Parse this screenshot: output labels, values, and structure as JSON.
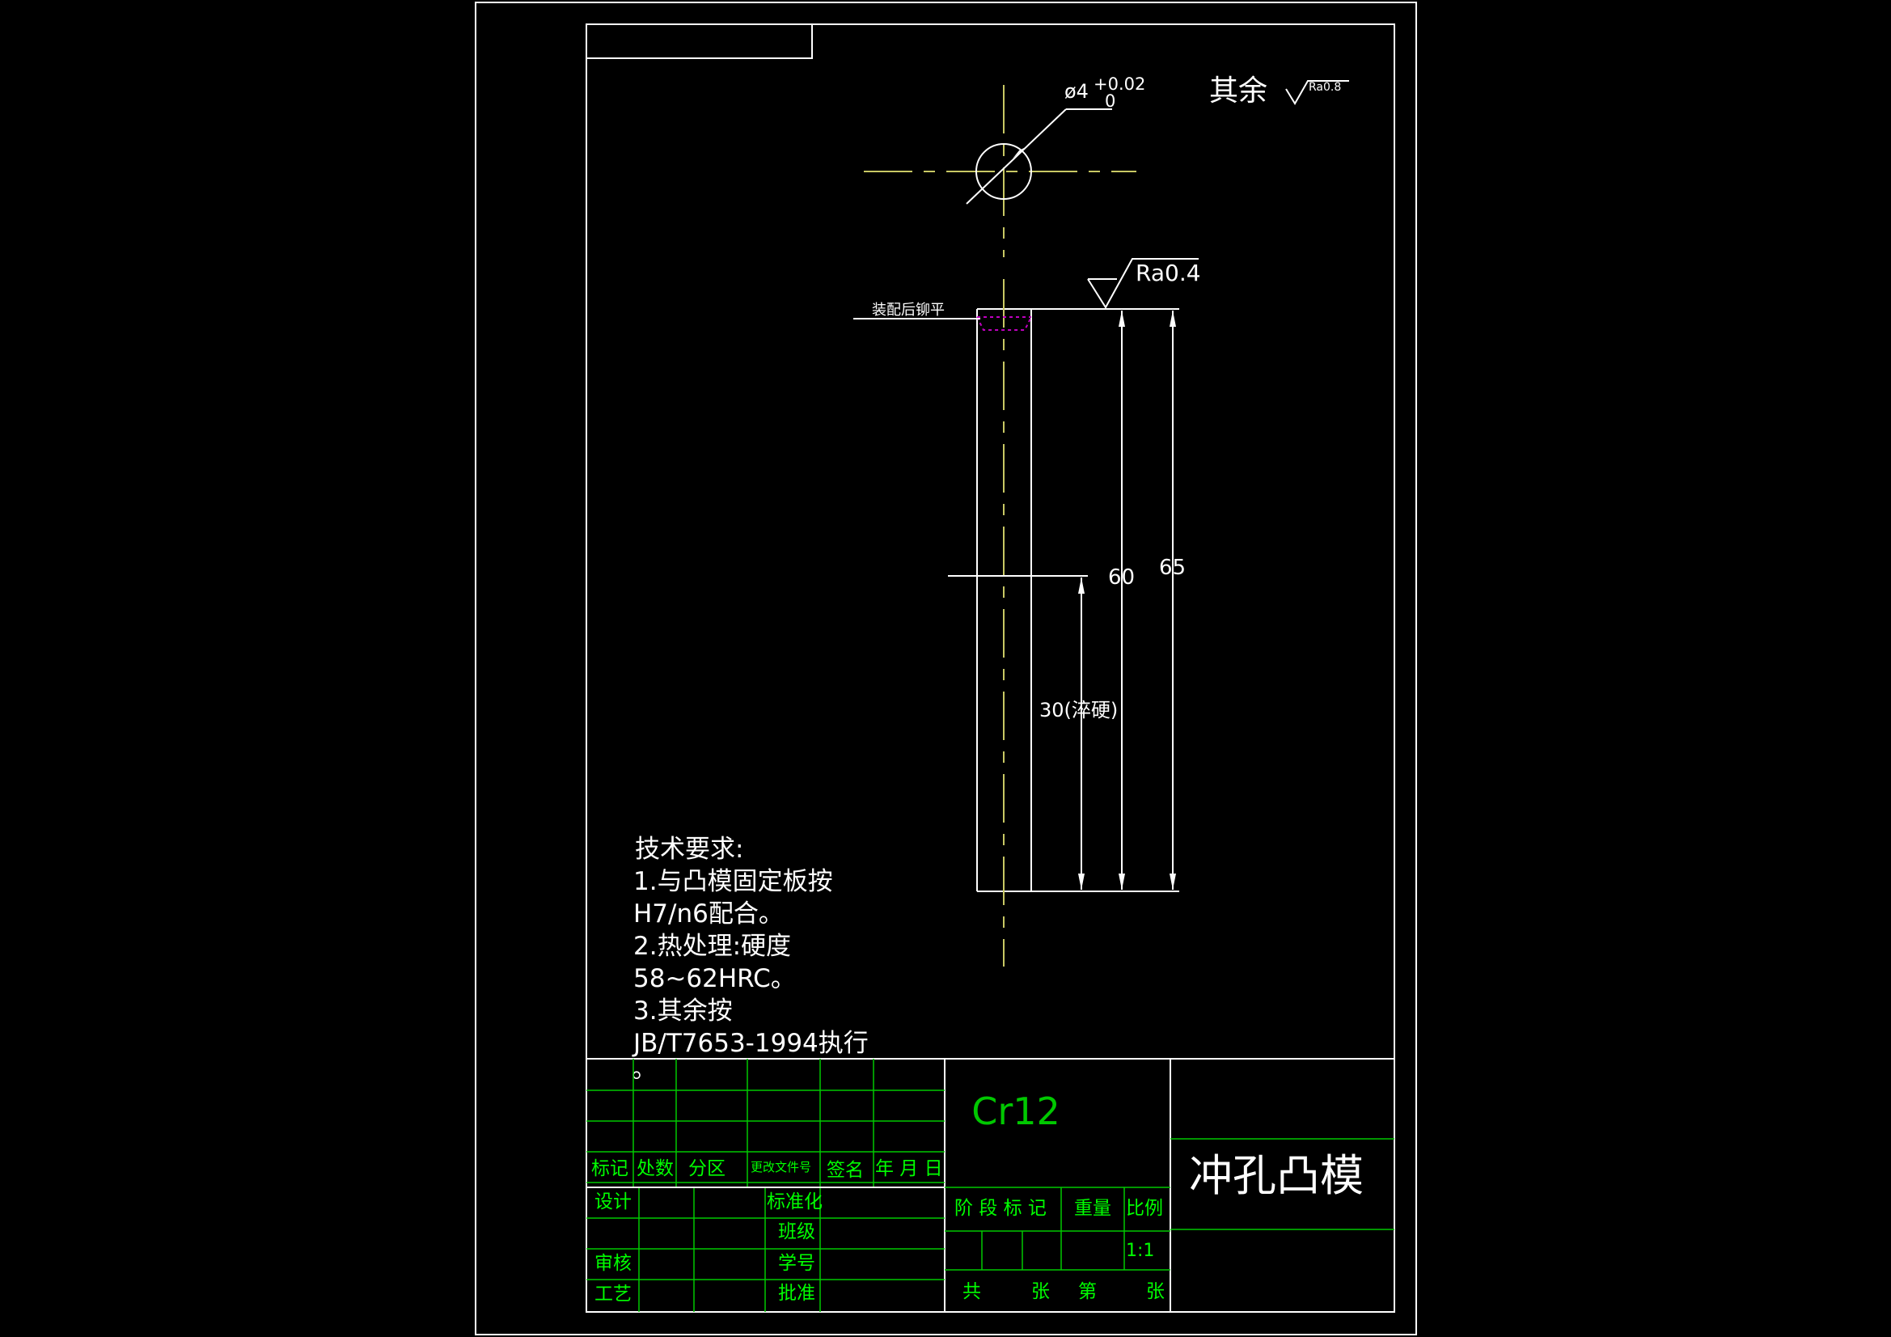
{
  "colors": {
    "background": "#000000",
    "frame": "#ffffff",
    "title_block_lines": "#00c800",
    "title_block_text": "#00ff00",
    "centerline": "#c8c864",
    "magenta": "#c000c0"
  },
  "part_view": {
    "diameter_label": "ø4",
    "tol_upper": "+0.02",
    "tol_lower": "0",
    "general_roughness_prefix": "其余",
    "general_roughness_value": "Ra0.8",
    "surface_roughness": "Ra0.4",
    "assembly_note": "装配后铆平",
    "dim_60": "60",
    "dim_65": "65",
    "dim_30": "30(淬硬)"
  },
  "tech_requirements": {
    "heading": "技术要求:",
    "lines": [
      "1.与凸模固定板按",
      "H7/n6配合。",
      "2.热处理:硬度",
      "58~62HRC。",
      "3.其余按",
      "JB/T7653-1994执行",
      "。"
    ]
  },
  "title_block": {
    "material": "Cr12",
    "part_name": "冲孔凸模",
    "headers": {
      "mark": "标记",
      "count": "处数",
      "zone": "分区",
      "change_doc": "更改文件号",
      "sign": "签名",
      "date": "年 月 日"
    },
    "labels": {
      "design": "设计",
      "standardization": "标准化",
      "class": "班级",
      "review": "审核",
      "student_no": "学号",
      "process": "工艺",
      "approve": "批准",
      "stage_mark": "阶 段 标 记",
      "weight": "重量",
      "scale": "比例",
      "total": "共",
      "sheets": "张",
      "sheet_no": "第",
      "sheets2": "张"
    },
    "scale_value": "1:1"
  }
}
